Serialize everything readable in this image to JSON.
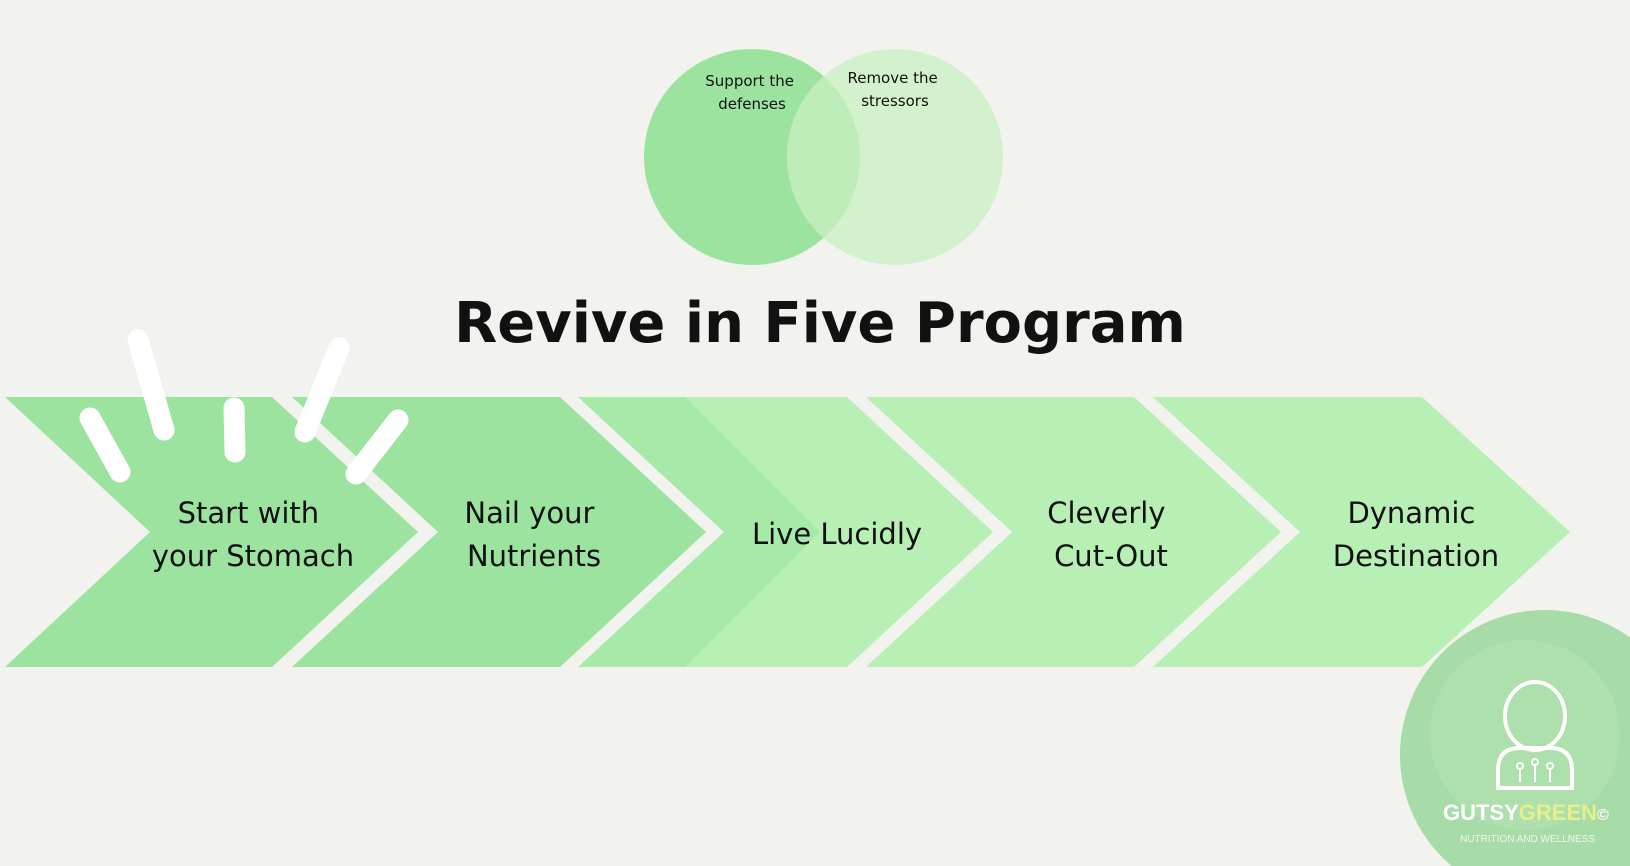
{
  "venn": {
    "left_label": [
      "Support the",
      "defenses"
    ],
    "right_label": [
      "Remove the",
      "stressors"
    ],
    "left_color": "#9be39f",
    "right_color": "#c9f0c2"
  },
  "title": "Revive in Five Program",
  "steps": [
    {
      "lines": [
        "Start with",
        "your Stomach"
      ],
      "color": "#9be39f",
      "highlighted": true
    },
    {
      "lines": [
        "Nail your",
        "Nutrients"
      ],
      "color": "#9be39f"
    },
    {
      "lines": [
        "Live Lucidly"
      ],
      "color": "#b7efb5"
    },
    {
      "lines": [
        "Cleverly",
        "Cut-Out"
      ],
      "color": "#b7efb5"
    },
    {
      "lines": [
        "Dynamic",
        "Destination"
      ],
      "color": "#b7efb5"
    }
  ],
  "logo": {
    "brand_part1": "GUTSY",
    "brand_part2": "GREEN",
    "mark": "©",
    "tagline": "NUTRITION AND WELLNESS",
    "icon": "person-icon",
    "circle_color": "#9fd9a0",
    "accent_color": "#e6f08a"
  },
  "decoration": {
    "icon": "sparkle-icon",
    "color": "#ffffff"
  }
}
